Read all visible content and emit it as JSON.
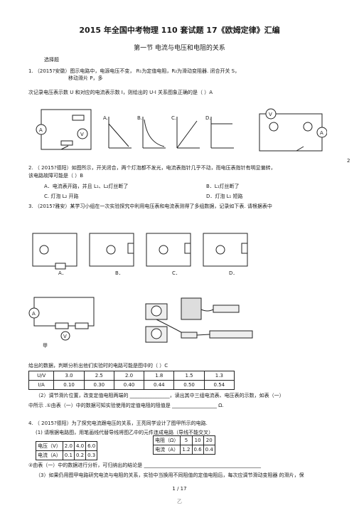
{
  "doc": {
    "title": "2015 年全国中考物理  110 套试题 17《欧姆定律》汇编",
    "section": "第一节  电流与电压和电阻的关系",
    "label_select": "选择题",
    "page": "1 / 17",
    "watermark": "乙"
  },
  "q1": {
    "line1": "1.  （2015?安徽）图示电路中，电源电压不变，     R₁为定值电阻，R₂为滑动变阻器. 闭合开关          S，",
    "line2": "移动滑片 P，多",
    "line3": "次记录电压表示数  U 和对应的电流表示数  I，则绘出的 U-I 关系图象正确的是（                          ）A",
    "graph_labels": [
      "A.",
      "B.",
      "C.",
      "D."
    ],
    "side_number": "2"
  },
  "q2": {
    "line1": "2.  （  2015?德阳）如图所示，开关闭合，两个灯泡都不发光，电流表指针几乎不动，而电压表指针有明显偏转，",
    "line2": "该电路故障可能是（          ）B",
    "opt_a": "A．电流表开路，并且 L₁、L₂灯丝断了",
    "opt_b": "B．L₁灯丝断了",
    "opt_c": "C. 灯泡 L₂ 开路",
    "opt_d": "D．灯泡 L₁ 短路"
  },
  "q3": {
    "line1": "3.  （2015?雅安）某学习小组在一次实验探究中利用电压表和电流表测得了多组数据，记录如下表. 请根据表中",
    "circuit_labels": [
      "A．",
      "B．",
      "C．",
      "D．"
    ],
    "jia": "甲",
    "line2": "给出的数据，判断分析出他们实验时的电路可能是图中的（                    ）C",
    "table_u": [
      "U/V",
      "3.0",
      "2.5",
      "2.0",
      "1.8",
      "1.5",
      "1.3"
    ],
    "table_i": [
      "I/A",
      "0.10",
      "0.30",
      "0.40",
      "0.44",
      "0.50",
      "0.54"
    ],
    "line3": "（2）调节滑片位置，改变定值电阻两端的  ________________，读出其中三组电流表、电压表的示数，如表（一）",
    "line4": "中所示 .①由表（一）中的数据可知实验使用的定值电阻的阻值是                __________________ Ω."
  },
  "q4": {
    "line1": "4.  （  2015?德阳）为了探究电流跟电压的关系，王亮同学设计了图甲所示的电路.",
    "line2": "(1) 请根据电路图，用笔画线代替导线将图乙中的元件连成电路（导线不能交叉）",
    "t1_u": [
      "电压（V）",
      "2.0",
      "4.0",
      "6.0"
    ],
    "t1_i": [
      "电流（A）",
      "0.1",
      "0.2",
      "0.3"
    ],
    "t2_head": [
      "电阻（Ω）",
      "5",
      "10",
      "20"
    ],
    "t2_i": [
      "电流（A）",
      "1.2",
      "0.6",
      "0.4"
    ],
    "line3": "②由表（一）中的数据进行分析，可归纳出的结论是   _______________________________________________",
    "line4": "（3）如果仍用图甲电路研究电流与电阻的关系，实验中当换用不同阻值的定值电阻后，每次应调节滑动变阻器  的滑片，保"
  }
}
